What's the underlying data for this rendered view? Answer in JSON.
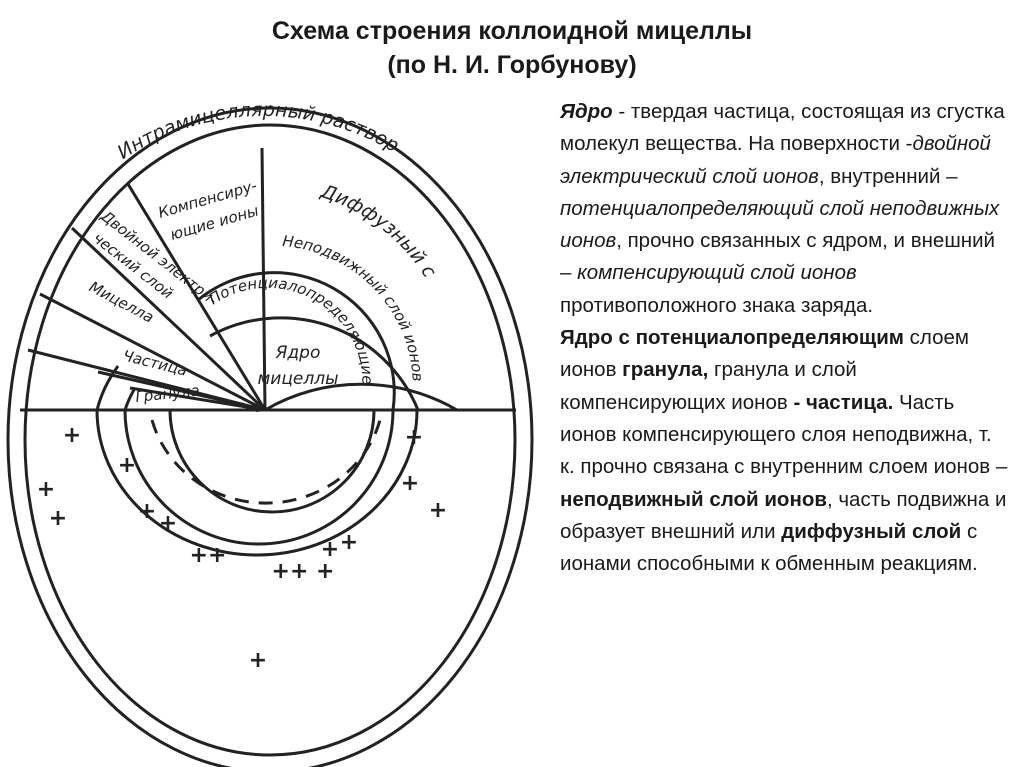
{
  "title": {
    "line1": "Схема строения коллоидной мицеллы",
    "line2": "(по Н. И. Горбунову)"
  },
  "diagram": {
    "labels": {
      "intramicellar": "Интрамицеллярный раствор",
      "compensating_1": "Компенсиру-",
      "compensating_2": "ющие ионы",
      "diffuse_layer": "Диффузный слой",
      "double_electric_1": "Двойной электри-",
      "double_electric_2": "ческий слой",
      "immobile_layer": "Неподвижный слой ионов",
      "micelle": "Мицелла",
      "potential_determining": "Потенциалопределяющие ионы",
      "particle": "Частица",
      "granule": "Гранула",
      "core_1": "Ядро",
      "core_2": "мицеллы"
    },
    "plus_sign": "+",
    "double_plus": "++",
    "triple_plus": "++ +"
  },
  "description": {
    "p1_core": "Ядро",
    "p1_a": " - твердая частица, состоящая из сгустка молекул вещества. На поверхности -",
    "p1_double_layer": "двойной электрический слой ионов",
    "p1_b": ", внутренний –",
    "p1_inner_layer": "потенциалопределяющий слой неподвижных ионов",
    "p1_c": ", прочно связанных с ядром, и внешний –",
    "p1_outer_layer": "компенсирующий слой ионов",
    "p1_d": " противоположного знака заряда.",
    "p2_core_with_ions": "Ядро с потенциалопределяющим",
    "p2_a": " слоем ионов ",
    "p2_granule": "гранула,",
    "p2_b": "  гранула и слой компенсирующих ионов ",
    "p2_dash": "-",
    "p2_particle": "частица.",
    "p2_c": "  Часть ионов компенсирующего слоя неподвижна, т. к. прочно связана с внутренним слоем ионов –",
    "p2_immobile": "неподвижный слой ионов",
    "p2_d": ", часть подвижна и образует внешний или ",
    "p2_diffuse": "диффузный слой",
    "p2_e": " с ионами способными к  обменным реакциям."
  }
}
